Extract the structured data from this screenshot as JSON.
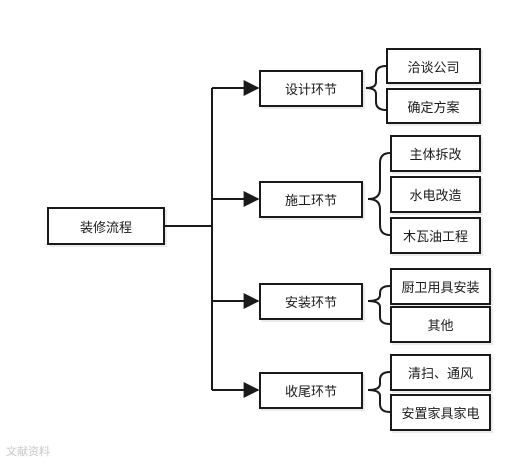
{
  "root": {
    "label": "装修流程"
  },
  "stages": [
    {
      "label": "设计环节",
      "items": [
        "洽谈公司",
        "确定方案"
      ]
    },
    {
      "label": "施工环节",
      "items": [
        "主体拆改",
        "水电改造",
        "木瓦油工程"
      ]
    },
    {
      "label": "安装环节",
      "items": [
        "厨卫用具安装",
        "其他"
      ]
    },
    {
      "label": "收尾环节",
      "items": [
        "清扫、通风",
        "安置家具家电"
      ]
    }
  ],
  "watermark": "文献资料"
}
